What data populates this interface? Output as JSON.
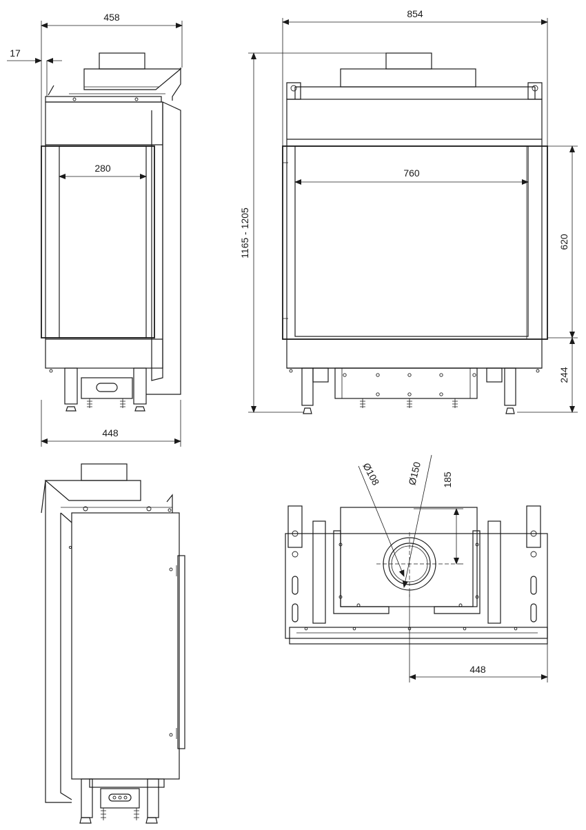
{
  "colors": {
    "line": "#1a1a1a",
    "background": "#ffffff"
  },
  "dimensions": {
    "side_top_width": "458",
    "side_offset": "17",
    "side_glass_width": "280",
    "side_base_width": "448",
    "front_top_width": "854",
    "front_total_height": "1165 - 1205",
    "front_glass_width": "760",
    "front_glass_height": "620",
    "front_base_height": "244",
    "top_flue_inner": "Ø108",
    "top_flue_outer": "Ø150",
    "top_flue_offset": "185",
    "top_flue_center": "448"
  }
}
